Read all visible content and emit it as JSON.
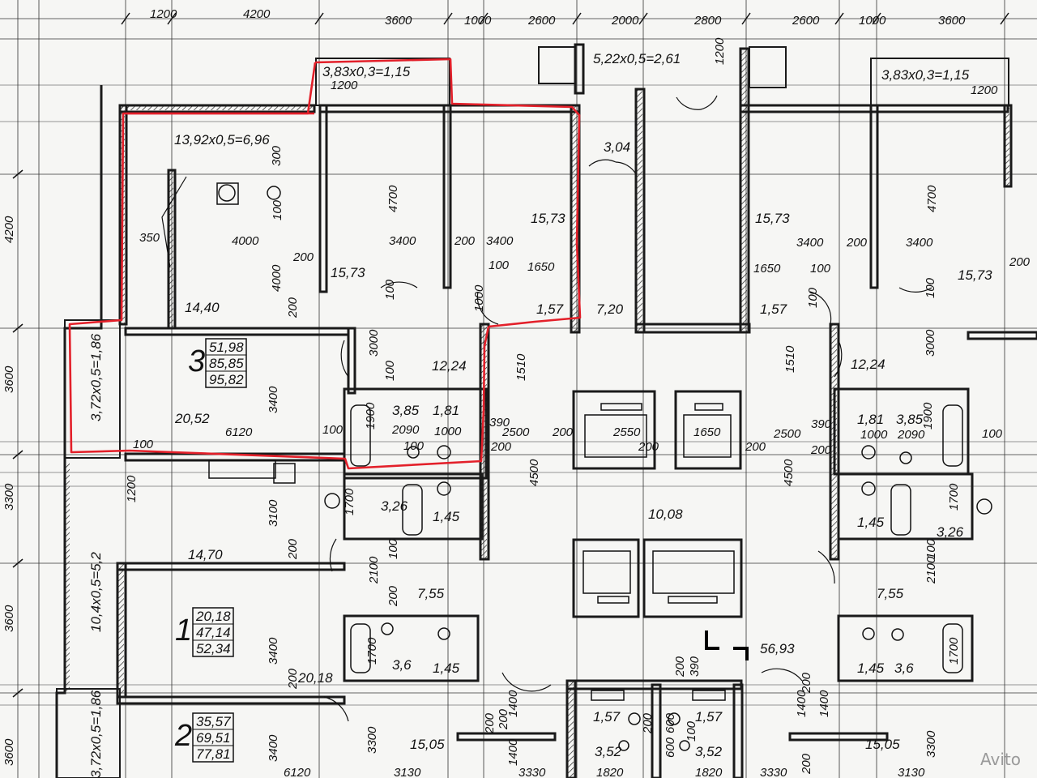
{
  "plan": {
    "top_dims": [
      "1200",
      "4200",
      "3600",
      "1000",
      "2600",
      "2000",
      "2800",
      "2600",
      "1000",
      "3600"
    ],
    "left_dims": [
      "4200",
      "3600",
      "3300",
      "3600",
      "3600"
    ],
    "balcony_labels": {
      "top_left": "3,83x0,3=1,15",
      "top_left_sub": "1200",
      "top_center": "5,22x0,5=2,61",
      "top_center_sub": "1200",
      "top_right": "3,83x0,3=1,15",
      "top_right_sub": "1200",
      "kitchen_loggia": "13,92x0,5=6,96",
      "side_upper": "3,72x0,5=1,86",
      "side_lower": "10,4x0,5=5,2",
      "side_bottom": "3,72x0,5=1,86"
    },
    "rooms": {
      "kitchen": "14,40",
      "room_a": "15,73",
      "room_b": "15,73",
      "room_c": "15,73",
      "room_d": "15,73",
      "corridor_small": "3,04",
      "storage_left": "1,57",
      "storage_right": "1,57",
      "hall_center": "7,20",
      "hall_left": "12,24",
      "hall_right": "12,24",
      "bath_left": "3,85",
      "wc_left": "1,81",
      "bath_right": "3,85",
      "wc_right": "1,81",
      "living": "20,52",
      "lift_hall": "10,08",
      "kitchen2": "14,70",
      "bath2": "3,26",
      "wc2": "1,45",
      "bath2r": "3,26",
      "wc2r": "1,45",
      "hall2": "7,55",
      "hall2r": "7,55",
      "bath3": "3,6",
      "wc3": "1,45",
      "bath3r": "3,6",
      "wc3r": "1,45",
      "room_one": "20,18",
      "floor_corridor": "56,93",
      "small_a": "1,57",
      "small_b": "1,57",
      "small_c": "3,52",
      "small_d": "3,52",
      "room_bl": "15,05",
      "room_br": "15,05"
    },
    "apartment_boxes": [
      {
        "number": "3",
        "living": "51,98",
        "total": "85,85",
        "with_balcony": "95,82"
      },
      {
        "number": "1",
        "living": "20,18",
        "total": "47,14",
        "with_balcony": "52,34"
      },
      {
        "number": "2",
        "living": "35,57",
        "total": "69,51",
        "with_balcony": "77,81"
      }
    ],
    "dims_internal": {
      "d300": "300",
      "d100a": "100",
      "d350": "350",
      "d4000h": "4000",
      "d200a": "200",
      "d4000v": "4000",
      "d200b": "200",
      "d4700a": "4700",
      "d3400a": "3400",
      "d200c": "200",
      "d3400b": "3400",
      "d100b": "100",
      "d1650a": "1650",
      "d1000a": "1000",
      "d3000a": "3000",
      "d100c": "100",
      "d100d": "100",
      "d1900a": "1900",
      "d2090a": "2090",
      "d1000b": "1000",
      "d100e": "100",
      "d3400c": "3400",
      "d6120a": "6120",
      "d100f": "100",
      "d100g": "100",
      "d1510a": "1510",
      "d390a": "390",
      "d2500a": "2500",
      "d200d": "200",
      "d2550": "2550",
      "d200e": "200",
      "d1650b": "1650",
      "d200f": "200",
      "d2500b": "2500",
      "d390b": "390",
      "d200g": "200",
      "d4500a": "4500",
      "d4500b": "4500",
      "d1510b": "1510",
      "d4700b": "4700",
      "d3400d": "3400",
      "d200h": "200",
      "d3400e": "3400",
      "d200i": "200",
      "d1650c": "1650",
      "d100h": "100",
      "d100i": "100",
      "d3000b": "3000",
      "d100j": "100",
      "d1000c": "1000",
      "d2090b": "2090",
      "d1900b": "1900",
      "d100k": "100",
      "d1200a": "1200",
      "d1700a": "1700",
      "d3100": "3100",
      "d200j": "200",
      "d100l": "100",
      "d2100a": "2100",
      "d200k": "200",
      "d2100b": "2100",
      "d1700b": "1700",
      "d100m": "100",
      "d3400f": "3400",
      "d200l": "200",
      "d1700c": "1700",
      "d1700d": "1700",
      "d200m": "200",
      "d390c": "390",
      "d200n": "200",
      "d1400a": "1400",
      "d200o": "200",
      "d3300a": "3300",
      "d1400b": "1400",
      "d1820a": "1820",
      "d1820b": "1820",
      "d3330a": "3330",
      "d3330b": "3330",
      "d3130a": "3130",
      "d3130b": "3130",
      "d3400g": "3400",
      "d6120b": "6120",
      "d3300b": "3300",
      "d200p": "200",
      "d1400c": "1400",
      "d200q": "200",
      "d1400d": "1400",
      "d600a": "600",
      "d600b": "600",
      "d200r": "200",
      "d100n": "100"
    },
    "watermark": "Avito"
  },
  "colors": {
    "wall": "#1a1a1a",
    "highlight": "#e3202a",
    "grid": "#222222",
    "background": "#f6f6f4"
  }
}
